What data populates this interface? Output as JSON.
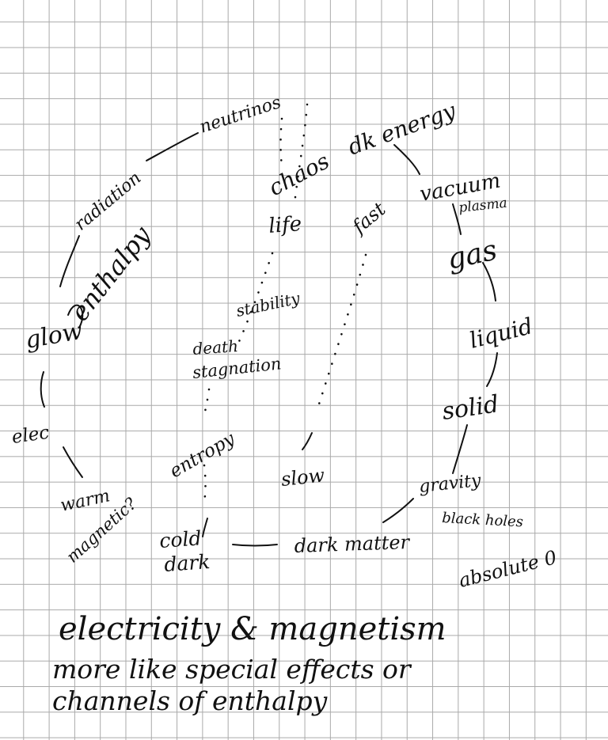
{
  "nodes": {
    "neutrinos": "neutrinos",
    "radiation": "radiation",
    "enthalpy": "enthalpy",
    "glow": "glow",
    "elec": "elec",
    "warm": "warm",
    "magnetic": "magnetic?",
    "cold": "cold",
    "dark": "dark",
    "dark_matter": "dark matter",
    "chaos": "chaos",
    "life": "life",
    "stability": "stability",
    "death": "death",
    "stagnation": "stagnation",
    "entropy": "entropy",
    "dk_energy": "dk energy",
    "vacuum": "vacuum",
    "plasma": "plasma",
    "gas": "gas",
    "liquid": "liquid",
    "solid": "solid",
    "gravity": "gravity",
    "black_holes": "black holes",
    "absolute_zero": "absolute 0",
    "fast": "fast",
    "slow": "slow"
  },
  "note": {
    "line1": "electricity & magnetism",
    "line2": "more like special effects or",
    "line3": "channels of enthalpy"
  }
}
